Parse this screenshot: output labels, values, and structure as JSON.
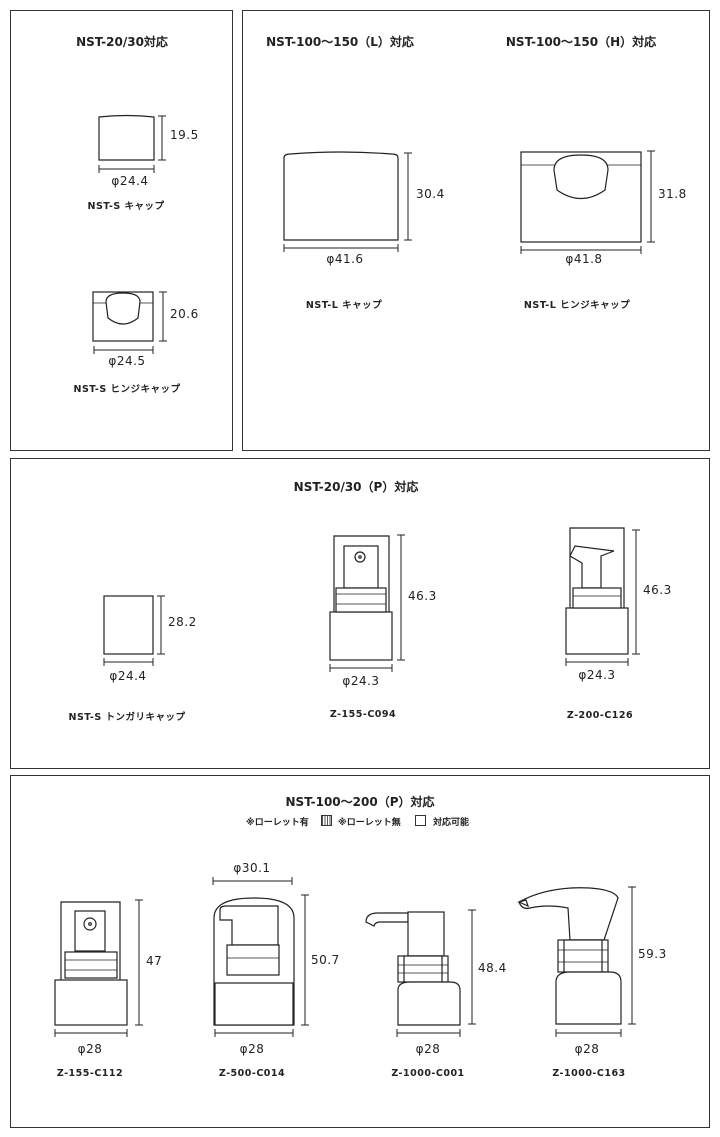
{
  "panels": {
    "p1": {
      "title": "NST-20/30対応",
      "items": [
        {
          "name": "NST-S キャップ",
          "dia": "φ24.4",
          "height": "19.5"
        },
        {
          "name": "NST-S ヒンジキャップ",
          "dia": "φ24.5",
          "height": "20.6"
        }
      ]
    },
    "p2": {
      "title_l": "NST-100～150（L）対応",
      "title_h": "NST-100～150（H）対応",
      "items": [
        {
          "name": "NST-L キャップ",
          "dia": "φ41.6",
          "height": "30.4"
        },
        {
          "name": "NST-L ヒンジキャップ",
          "dia": "φ41.8",
          "height": "31.8"
        }
      ]
    },
    "p3": {
      "title": "NST-20/30（P）対応",
      "items": [
        {
          "name": "NST-S トンガリキャップ",
          "dia": "φ24.4",
          "height": "28.2"
        },
        {
          "name": "Z-155-C094",
          "dia": "φ24.3",
          "height": "46.3"
        },
        {
          "name": "Z-200-C126",
          "dia": "φ24.3",
          "height": "46.3"
        }
      ]
    },
    "p4": {
      "title": "NST-100～200（P）対応",
      "legend": {
        "knurl_on": "※ローレット有",
        "knurl_off": "※ローレット無",
        "available": "対応可能"
      },
      "items": [
        {
          "name": "Z-155-C112",
          "dia": "φ28",
          "height": "47"
        },
        {
          "name": "Z-500-C014",
          "dia": "φ28",
          "height": "50.7",
          "top_dia": "φ30.1"
        },
        {
          "name": "Z-1000-C001",
          "dia": "φ28",
          "height": "48.4"
        },
        {
          "name": "Z-1000-C163",
          "dia": "φ28",
          "height": "59.3"
        }
      ]
    }
  }
}
